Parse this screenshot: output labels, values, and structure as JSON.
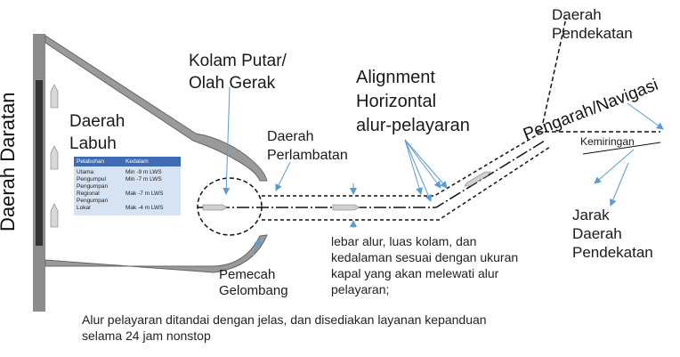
{
  "labels": {
    "daratan": "Daerah Daratan",
    "labuh": "Daerah\nLabuh",
    "kolam": "Kolam Putar/\nOlah Gerak",
    "alignment": "Alignment\nHorizontal\nalur-pelayaran",
    "pendekatan": "Daerah\nPendekatan",
    "pengarah": "Pengarah/Navigasi",
    "kemiringan": "Kemiringan",
    "perlambatan": "Daerah\nPerlambatan",
    "jarak": "Jarak\nDaerah\nPendekatan",
    "pemecah": "Pemecah\nGelombang",
    "lebar": "lebar alur, luas kolam, dan\nkedalaman sesuai dengan ukuran\nkapal yang akan melewati alur\npelayaran;",
    "bottom": "Alur pelayaran ditandai dengan jelas, dan disediakan layanan kepanduan\nselama 24 jam nonstop"
  },
  "table": {
    "headers": [
      "Pelabuhan",
      "Kedalam"
    ],
    "rows": [
      [
        "Utama",
        "Min -9 m LWS"
      ],
      [
        "Pengumpul",
        "Min -7 m LWS"
      ],
      [
        "Pengumpan",
        ""
      ],
      [
        "Regional",
        "Mak -7 m LWS"
      ],
      [
        "Pengumpan",
        ""
      ],
      [
        "Lokal",
        "Mak -4 m LWS"
      ]
    ]
  },
  "colors": {
    "land": "#8c8c8c",
    "land_dark": "#333333",
    "outline": "#888888",
    "channel": "#111111",
    "arrow": "#5b9bd5",
    "table_header": "#3e6bb3",
    "table_body": "#d6e3f2"
  }
}
